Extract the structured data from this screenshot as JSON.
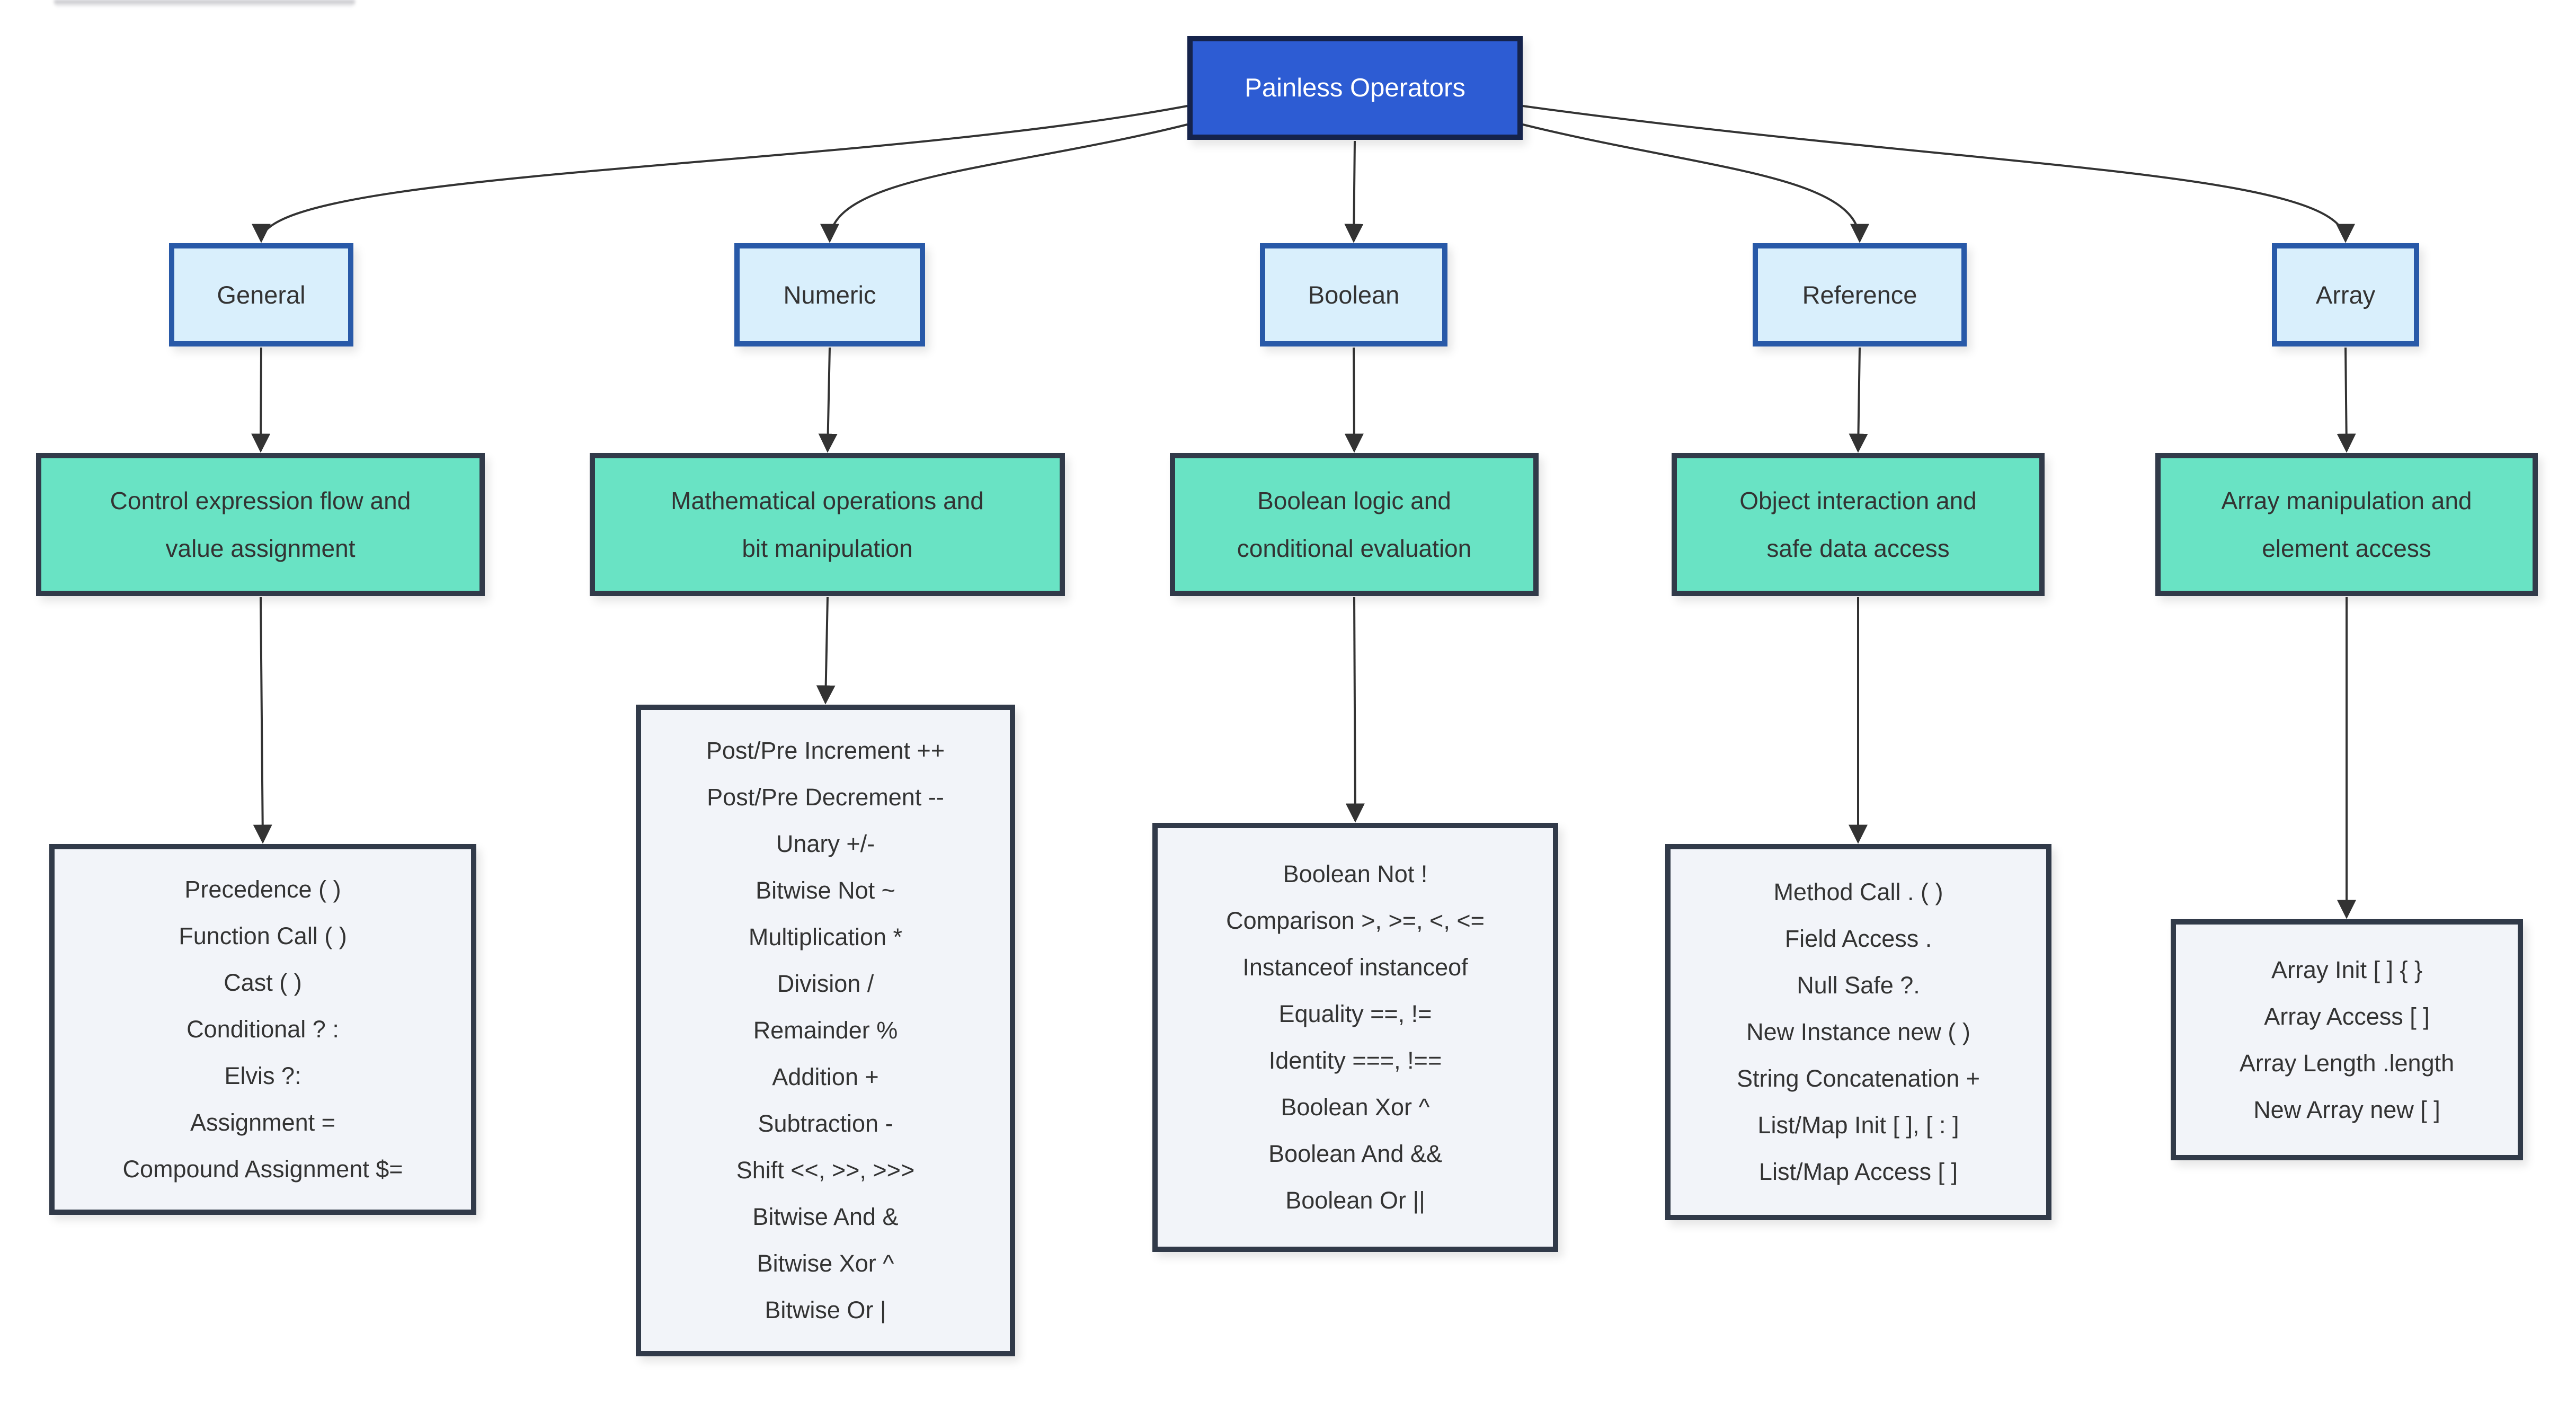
{
  "root": {
    "label": "Painless Operators"
  },
  "columns": [
    {
      "category": "General",
      "description_lines": [
        "Control expression flow and",
        "value assignment"
      ],
      "operators": [
        "Precedence ( )",
        "Function Call ( )",
        "Cast ( )",
        "Conditional ? :",
        "Elvis ?:",
        "Assignment =",
        "Compound Assignment $="
      ]
    },
    {
      "category": "Numeric",
      "description_lines": [
        "Mathematical operations and",
        "bit manipulation"
      ],
      "operators": [
        "Post/Pre Increment ++",
        "Post/Pre Decrement --",
        "Unary +/-",
        "Bitwise Not ~",
        "Multiplication *",
        "Division /",
        "Remainder %",
        "Addition +",
        "Subtraction -",
        "Shift <<, >>, >>>",
        "Bitwise And &",
        "Bitwise Xor ^",
        "Bitwise Or |"
      ]
    },
    {
      "category": "Boolean",
      "description_lines": [
        "Boolean logic and",
        "conditional evaluation"
      ],
      "operators": [
        "Boolean Not !",
        "Comparison >, >=, <, <=",
        "Instanceof instanceof",
        "Equality ==, !=",
        "Identity ===, !==",
        "Boolean Xor ^",
        "Boolean And &&",
        "Boolean Or ||"
      ]
    },
    {
      "category": "Reference",
      "description_lines": [
        "Object interaction and",
        "safe data access"
      ],
      "operators": [
        "Method Call . ( )",
        "Field Access .",
        "Null Safe ?.",
        "New Instance new ( )",
        "String Concatenation +",
        "List/Map Init [ ], [ : ]",
        "List/Map Access [ ]"
      ]
    },
    {
      "category": "Array",
      "description_lines": [
        "Array manipulation and",
        "element access"
      ],
      "operators": [
        "Array Init [ ] { }",
        "Array Access [ ]",
        "Array Length .length",
        "New Array new [ ]"
      ]
    }
  ],
  "colors": {
    "root_fill": "#2d5cd3",
    "root_border": "#15234b",
    "category_fill": "#d9effc",
    "category_border": "#2859a8",
    "desc_fill": "#69e3c4",
    "desc_border": "#313a49",
    "detail_fill": "#f2f4f9",
    "detail_border": "#313a49",
    "line": "#333333",
    "text_dark": "#333333",
    "text_light": "#ffffff"
  }
}
